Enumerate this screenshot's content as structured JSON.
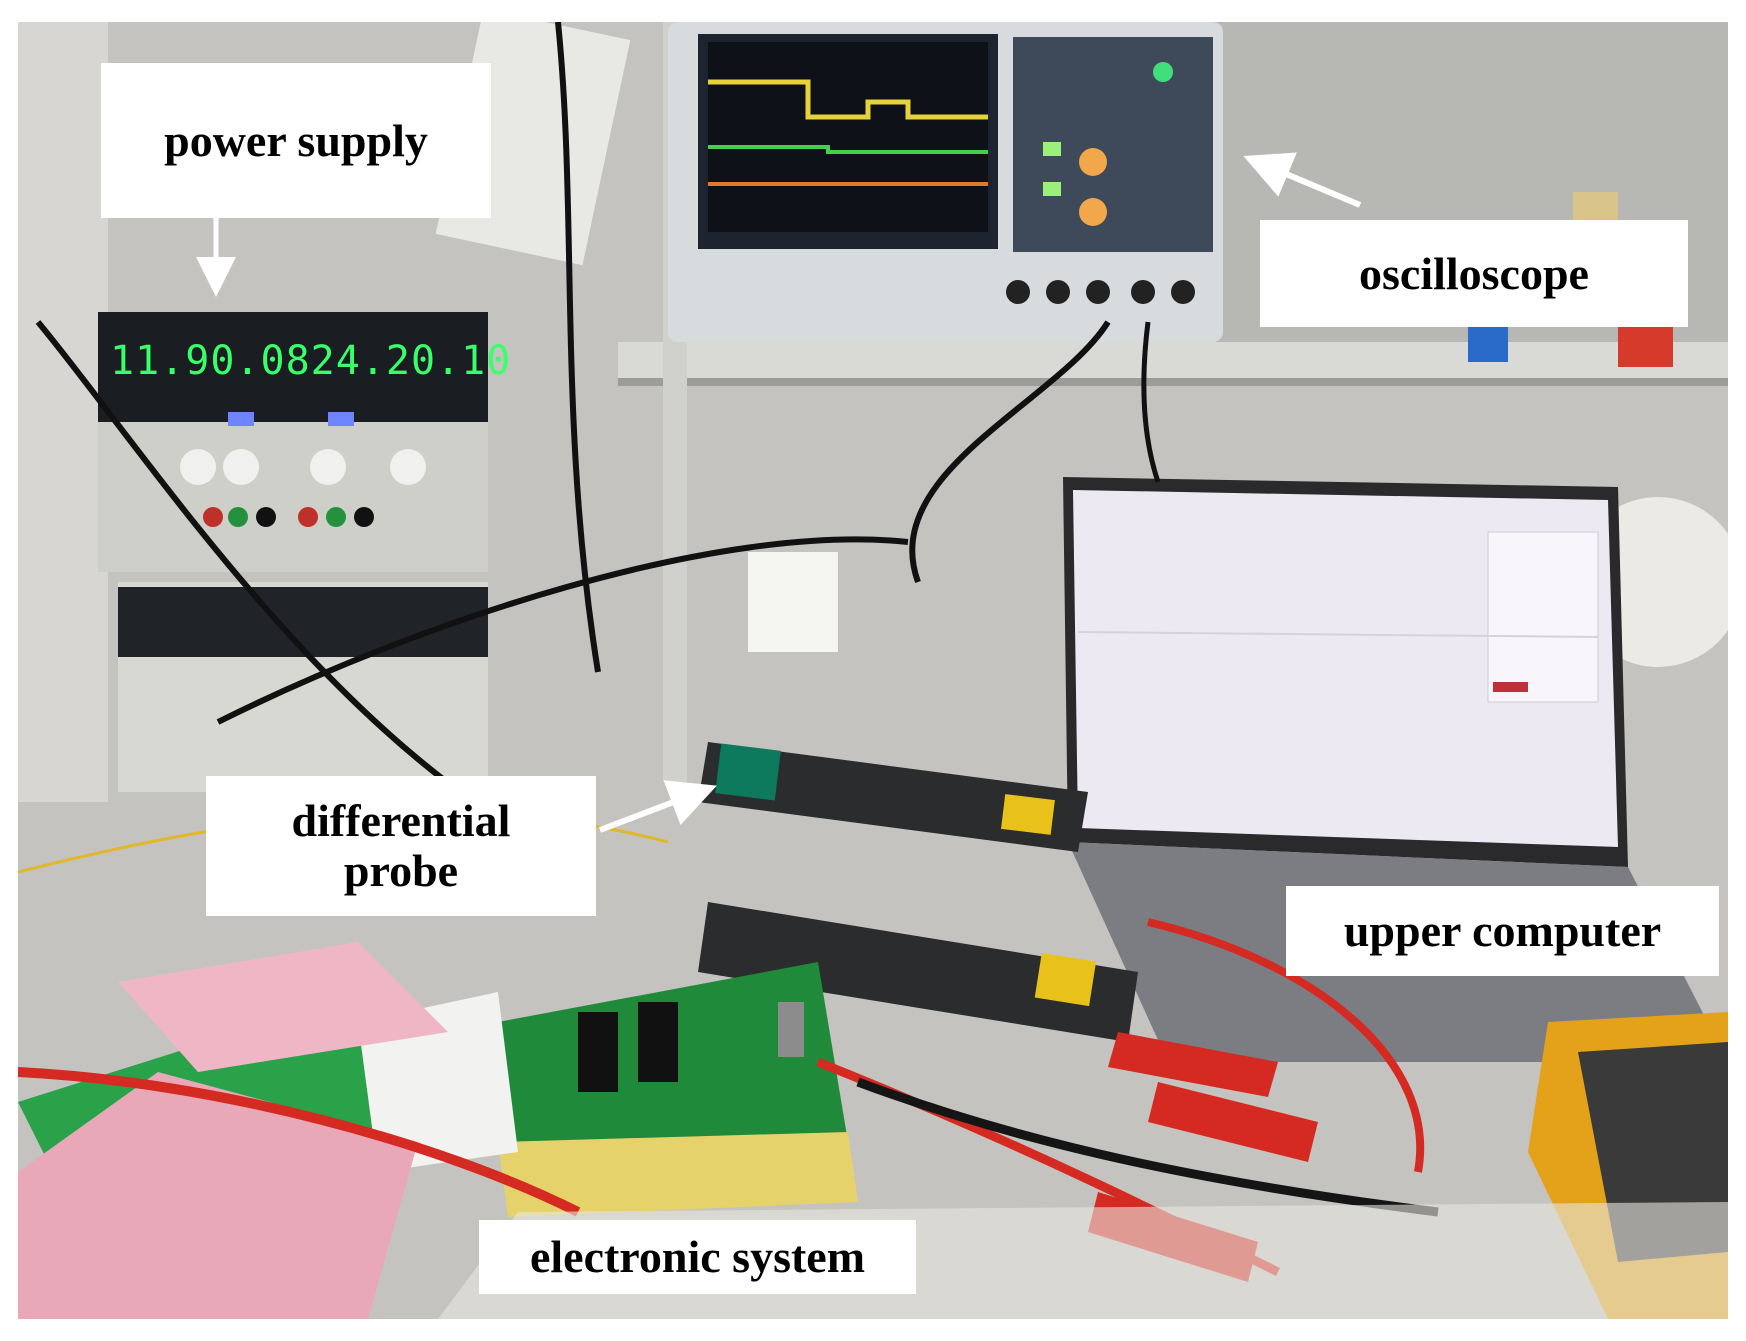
{
  "labels": {
    "power_supply": "power supply",
    "oscilloscope": "oscilloscope",
    "differential_probe_line1": "differential",
    "differential_probe_line2": "probe",
    "upper_computer": "upper computer",
    "electronic_system": "electronic system"
  },
  "power_supply_display": {
    "ch1_voltage": "11.9",
    "ch1_current": "0.08",
    "ch2_voltage": "24.2",
    "ch2_current": "0.10"
  },
  "colors": {
    "display_digits": "#39ff6a",
    "scope_trace_yellow": "#e8d23a",
    "scope_trace_green": "#3fd24a",
    "scope_trace_orange": "#e07a2a",
    "clip_red": "#d42a22",
    "pcb_green": "#1f8a3a",
    "multimeter_yellow": "#e4a21a"
  }
}
